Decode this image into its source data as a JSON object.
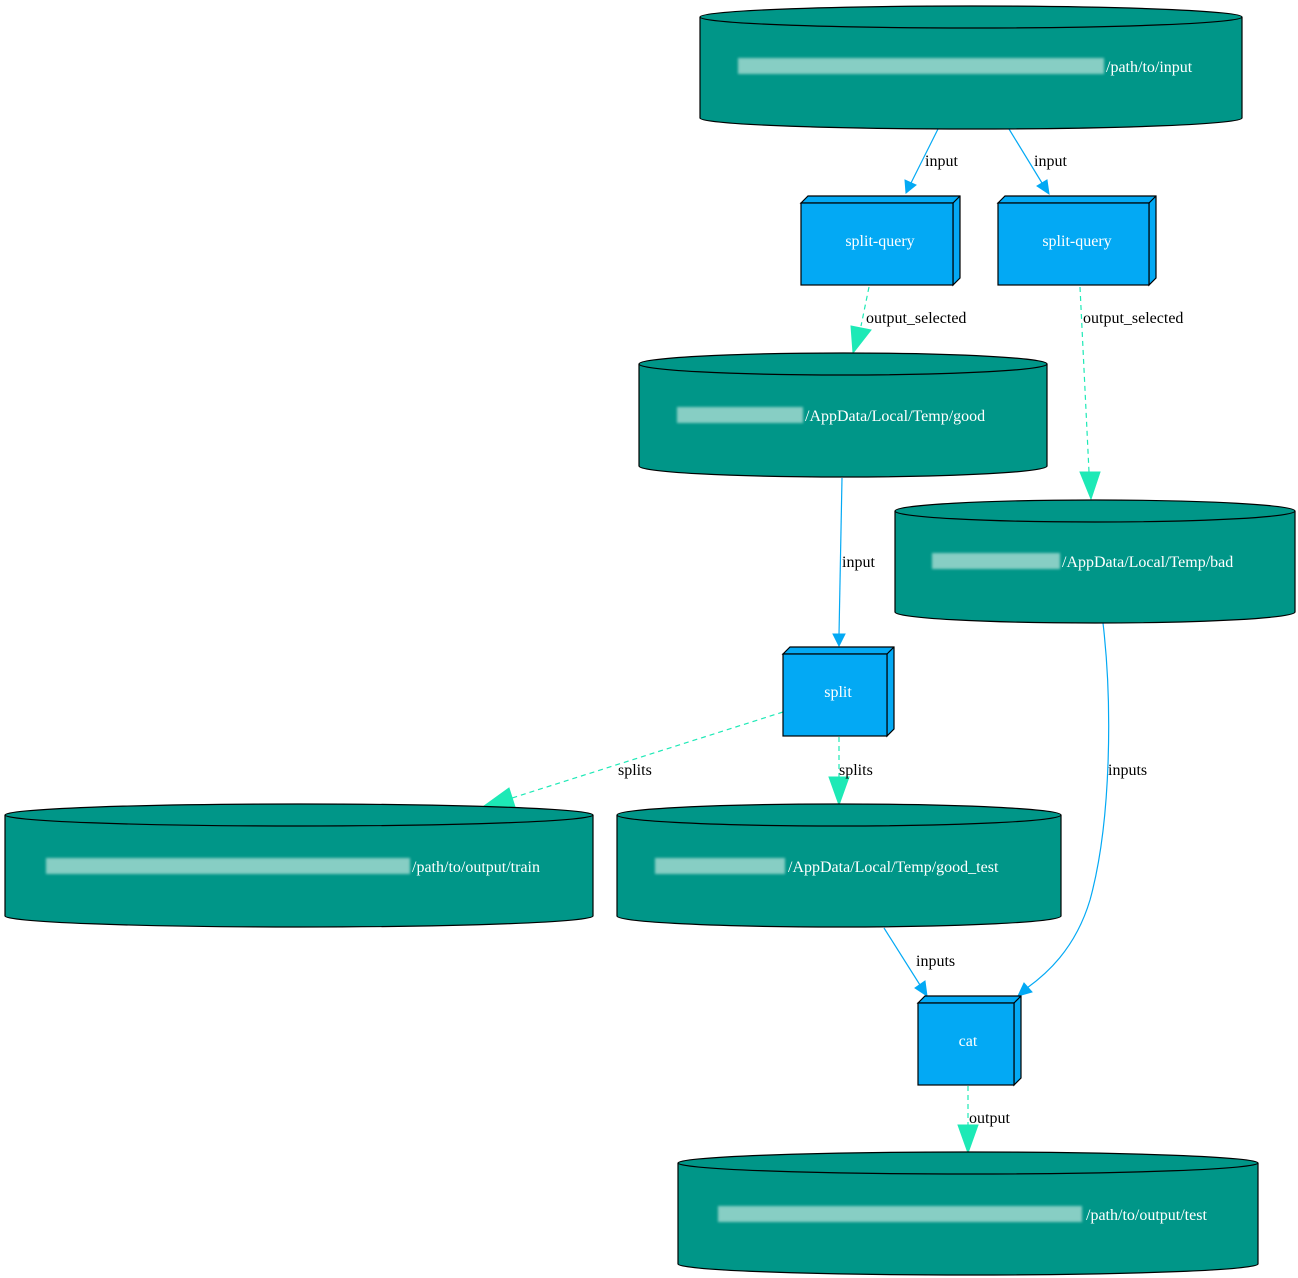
{
  "colors": {
    "dataset_fill": "#009688",
    "process_fill": "#03a9f4",
    "input_edge": "#03a9f4",
    "output_edge": "#1de9b6",
    "outline": "#000000",
    "redacted": "#9fd8cf"
  },
  "datasets": [
    {
      "id": "ds-input",
      "suffix": "/path/to/input"
    },
    {
      "id": "ds-good",
      "suffix": "/AppData/Local/Temp/good"
    },
    {
      "id": "ds-bad",
      "suffix": "/AppData/Local/Temp/bad"
    },
    {
      "id": "ds-train",
      "suffix": "/path/to/output/train"
    },
    {
      "id": "ds-good-test",
      "suffix": "/AppData/Local/Temp/good_test"
    },
    {
      "id": "ds-test",
      "suffix": "/path/to/output/test"
    }
  ],
  "processes": [
    {
      "id": "proc-split-query-1",
      "label": "split-query"
    },
    {
      "id": "proc-split-query-2",
      "label": "split-query"
    },
    {
      "id": "proc-split",
      "label": "split"
    },
    {
      "id": "proc-cat",
      "label": "cat"
    }
  ],
  "edges": [
    {
      "id": "e1",
      "from": "ds-input",
      "to": "proc-split-query-1",
      "kind": "input",
      "label": "input"
    },
    {
      "id": "e2",
      "from": "ds-input",
      "to": "proc-split-query-2",
      "kind": "input",
      "label": "input"
    },
    {
      "id": "e3",
      "from": "proc-split-query-1",
      "to": "ds-good",
      "kind": "output",
      "label": "output_selected"
    },
    {
      "id": "e4",
      "from": "proc-split-query-2",
      "to": "ds-bad",
      "kind": "output",
      "label": "output_selected"
    },
    {
      "id": "e5",
      "from": "ds-good",
      "to": "proc-split",
      "kind": "input",
      "label": "input"
    },
    {
      "id": "e6",
      "from": "proc-split",
      "to": "ds-train",
      "kind": "output",
      "label": "splits"
    },
    {
      "id": "e7",
      "from": "proc-split",
      "to": "ds-good-test",
      "kind": "output",
      "label": "splits"
    },
    {
      "id": "e8",
      "from": "ds-good-test",
      "to": "proc-cat",
      "kind": "input",
      "label": "inputs"
    },
    {
      "id": "e9",
      "from": "ds-bad",
      "to": "proc-cat",
      "kind": "input",
      "label": "inputs"
    },
    {
      "id": "e10",
      "from": "proc-cat",
      "to": "ds-test",
      "kind": "output",
      "label": "output"
    }
  ]
}
